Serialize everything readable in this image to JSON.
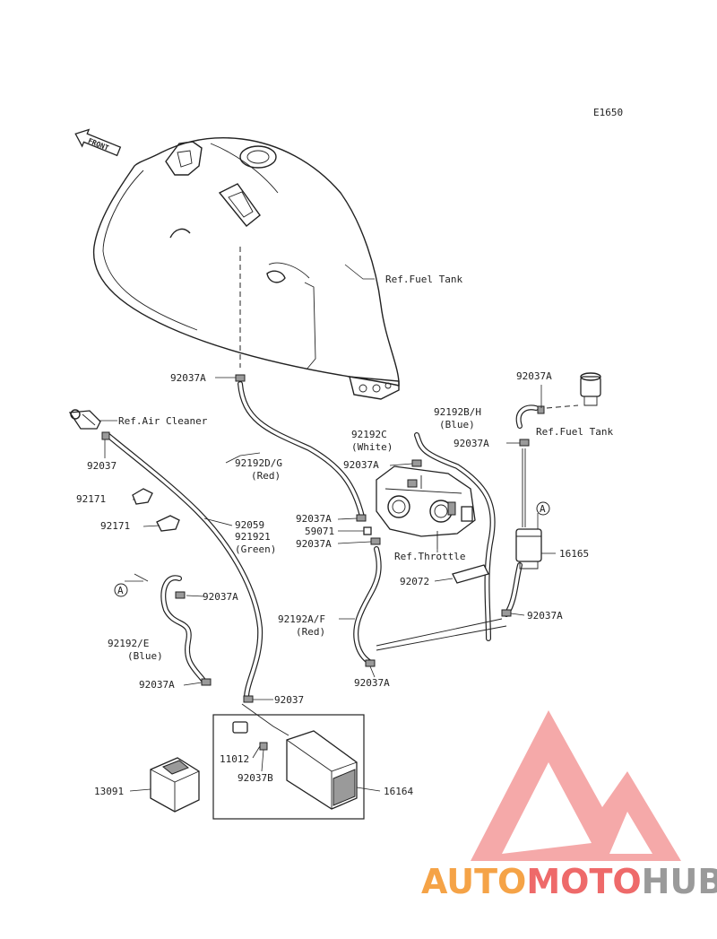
{
  "diagram": {
    "code": "E1650",
    "front_label": "FRONT",
    "labels": {
      "fuel_tank_top": "Ref.Fuel Tank",
      "fuel_tank_right": "Ref.Fuel Tank",
      "air_cleaner": "Ref.Air Cleaner",
      "throttle": "Ref.Throttle",
      "p92037A_1": "92037A",
      "p92037A_2": "92037A",
      "p92037A_3": "92037A",
      "p92037A_4": "92037A",
      "p92037A_5": "92037A",
      "p92037A_6": "92037A",
      "p92037A_7": "92037A",
      "p92037A_8": "92037A",
      "p92037A_9": "92037A",
      "p92037A_10": "92037A",
      "p92037_1": "92037",
      "p92037_2": "92037",
      "p92037B": "92037B",
      "p92192BH": "92192B/H",
      "p92192BH_color": "(Blue)",
      "p92192C": "92192C",
      "p92192C_color": "(White)",
      "p92192DG": "92192D/G",
      "p92192DG_color": "(Red)",
      "p92171_1": "92171",
      "p92171_2": "92171",
      "p92059": "92059",
      "p921921": "921921",
      "p921921_color": "(Green)",
      "p59071": "59071",
      "p92072": "92072",
      "p16165": "16165",
      "p92192AF": "92192A/F",
      "p92192AF_color": "(Red)",
      "p92192E": "92192/E",
      "p92192E_color": "(Blue)",
      "p11012": "11012",
      "p13091": "13091",
      "p16164": "16164",
      "ref_A_1": "A",
      "ref_A_2": "A"
    }
  },
  "watermark": {
    "part1": "AUTO",
    "part2": "MOTO",
    "part3": "HUB",
    "color_orange": "#f5a347",
    "color_red": "#ee6a6a",
    "color_gray": "#9a9a9a"
  }
}
